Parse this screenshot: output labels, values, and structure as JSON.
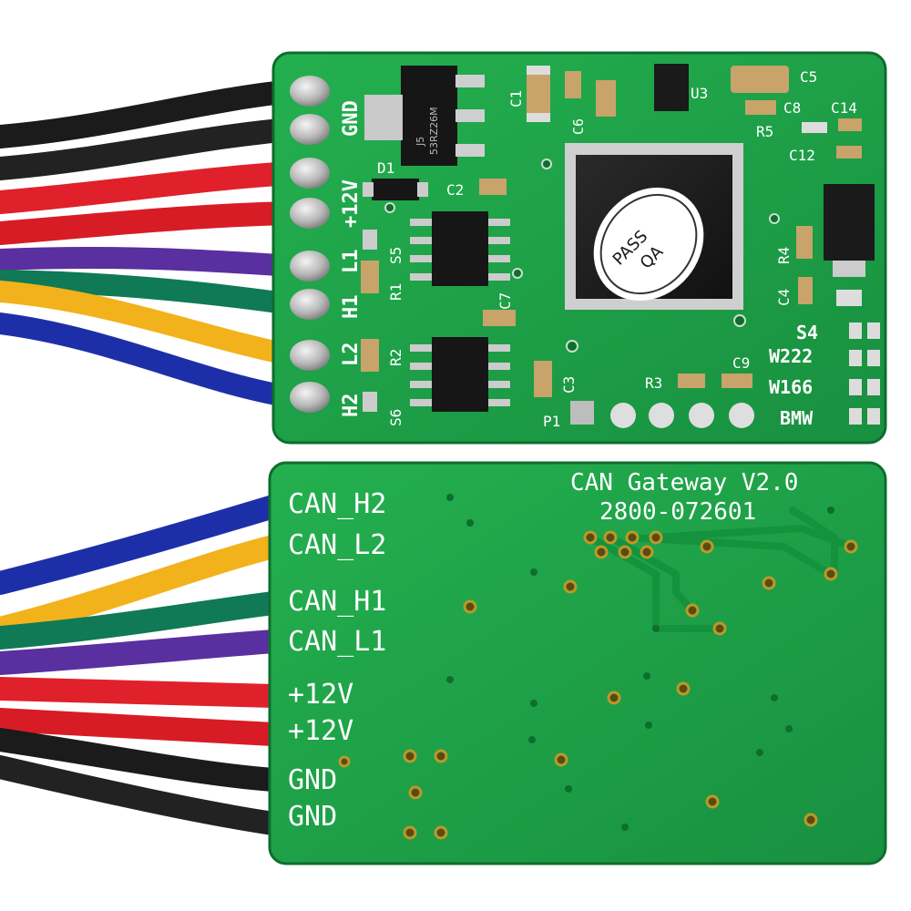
{
  "top_board": {
    "pin_labels": {
      "gnd": "GND",
      "plus12v": "+12V",
      "h1": "H1",
      "h2": "H2",
      "l1": "L1",
      "l2": "L2"
    },
    "component_refs": {
      "d1": "D1",
      "c1": "C1",
      "c2": "C2",
      "c3": "C3",
      "c4": "C4",
      "c5": "C5",
      "c6": "C6",
      "c7": "C7",
      "c8": "C8",
      "c9": "C9",
      "c12": "C12",
      "c14": "C14",
      "r1": "R1",
      "r2": "R2",
      "r3": "R3",
      "r4": "R4",
      "r5": "R5",
      "u3": "U3",
      "s4": "S4",
      "s5": "S5",
      "s6": "S6",
      "p1": "P1"
    },
    "regulator_marking": [
      "J5",
      "53RZ26M"
    ],
    "qa_sticker": [
      "PASS",
      "QA"
    ],
    "jumper_labels": [
      "W222",
      "W166",
      "BMW"
    ]
  },
  "bottom_board": {
    "title_line1": "CAN Gateway V2.0",
    "title_line2": "2800-072601",
    "pin_labels": [
      "CAN_H2",
      "CAN_L2",
      "CAN_H1",
      "CAN_L1",
      "+12V",
      "+12V",
      "GND",
      "GND"
    ]
  },
  "colors": {
    "pcb": "#1fa64a",
    "pcb_dark": "#178a3a",
    "silk": "#ffffff",
    "wire_black": "#1b1b1b",
    "wire_red": "#e0212b",
    "wire_purple": "#5a2fa0",
    "wire_green": "#0f7a55",
    "wire_yellow": "#f2b21b",
    "wire_blue": "#1d2fa8"
  }
}
